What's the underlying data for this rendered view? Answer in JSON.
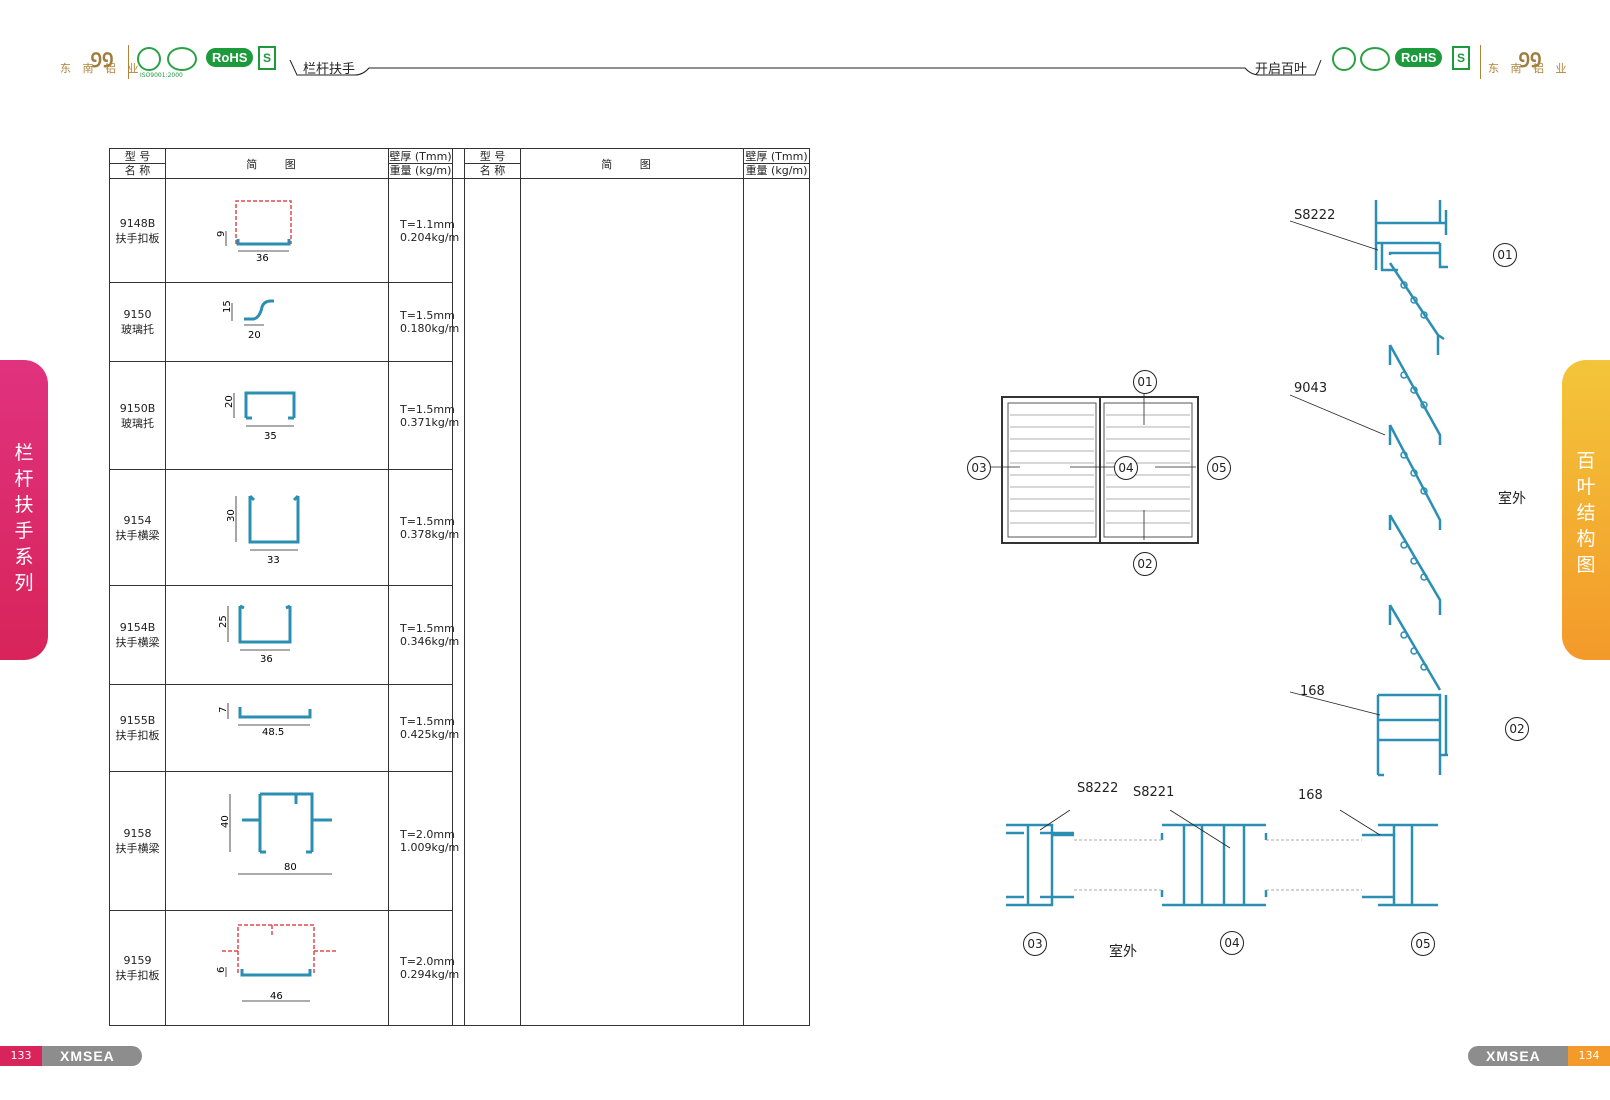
{
  "header": {
    "left_logo_sub": "东 南 铝 业",
    "left_cert_caption": "ISO9001:2000",
    "rohs": "RoHS",
    "q_mark": "S",
    "left_title": "栏杆扶手",
    "right_title": "开启百叶",
    "right_logo_sub": "东 南 铝 业"
  },
  "side_tabs": {
    "left": [
      "栏",
      "杆",
      "扶",
      "手",
      "系",
      "列"
    ],
    "right": [
      "百",
      "叶",
      "结",
      "构",
      "图"
    ]
  },
  "table": {
    "headers": {
      "model_top": "型 号",
      "model_bottom": "名 称",
      "diagram": "简 图",
      "spec_top": "壁厚 (Tmm)",
      "spec_bottom": "重量 (kg/m)"
    },
    "rows": [
      {
        "model": "9148B",
        "name": "扶手扣板",
        "t": "T=1.1mm",
        "w": "0.204kg/m",
        "dims": [
          "9",
          "36"
        ]
      },
      {
        "model": "9150",
        "name": "玻璃托",
        "t": "T=1.5mm",
        "w": "0.180kg/m",
        "dims": [
          "15",
          "20"
        ]
      },
      {
        "model": "9150B",
        "name": "玻璃托",
        "t": "T=1.5mm",
        "w": "0.371kg/m",
        "dims": [
          "20",
          "35"
        ]
      },
      {
        "model": "9154",
        "name": "扶手横梁",
        "t": "T=1.5mm",
        "w": "0.378kg/m",
        "dims": [
          "30",
          "33"
        ]
      },
      {
        "model": "9154B",
        "name": "扶手横梁",
        "t": "T=1.5mm",
        "w": "0.346kg/m",
        "dims": [
          "25",
          "36"
        ]
      },
      {
        "model": "9155B",
        "name": "扶手扣板",
        "t": "T=1.5mm",
        "w": "0.425kg/m",
        "dims": [
          "7",
          "48.5"
        ]
      },
      {
        "model": "9158",
        "name": "扶手横梁",
        "t": "T=2.0mm",
        "w": "1.009kg/m",
        "dims": [
          "40",
          "80"
        ]
      },
      {
        "model": "9159",
        "name": "扶手扣板",
        "t": "T=2.0mm",
        "w": "0.294kg/m",
        "dims": [
          "6",
          "46"
        ]
      }
    ]
  },
  "drawing": {
    "labels": {
      "s8222_top": "S8222",
      "p9043": "9043",
      "p168_right": "168",
      "outdoor_right": "室外",
      "s8222_bottom": "S8222",
      "s8221": "S8221",
      "p168_bottom": "168",
      "outdoor_bottom": "室外"
    },
    "callouts": {
      "c01_right": "01",
      "c02_right": "02",
      "elev_01": "01",
      "elev_02": "02",
      "elev_03": "03",
      "elev_04": "04",
      "elev_05": "05",
      "sec_03": "03",
      "sec_04": "04",
      "sec_05": "05"
    }
  },
  "footer": {
    "left_page": "133",
    "left_brand": "XMSEA",
    "right_brand": "XMSEA",
    "right_page": "134"
  },
  "colors": {
    "profile_blue": "#2b8fb3",
    "dashed_red": "#e04a4a",
    "left_tab": "#d8245a",
    "right_tab": "#f39a2a",
    "cert_green": "#1d9a3c"
  }
}
